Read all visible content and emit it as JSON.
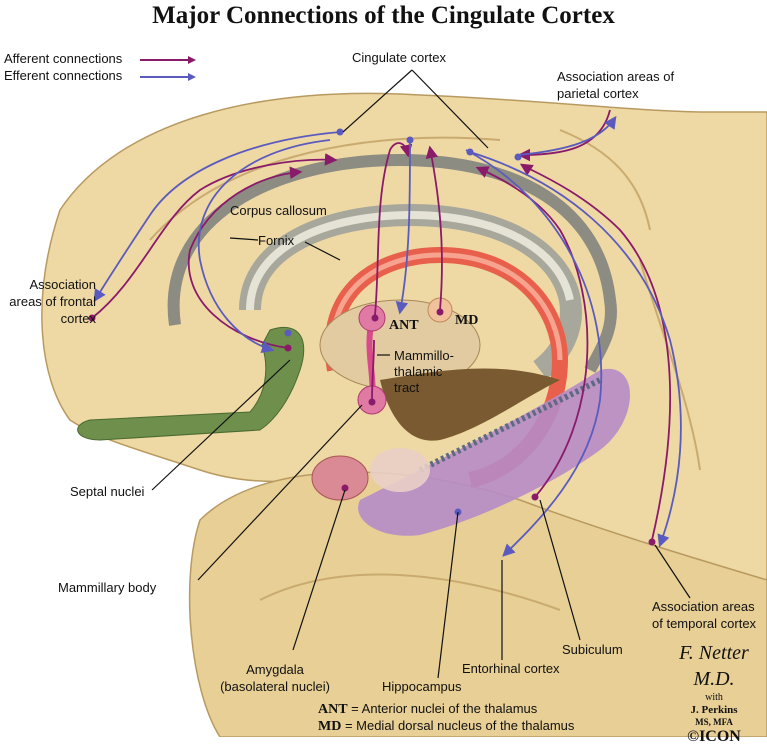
{
  "title": "Major Connections of the Cingulate Cortex",
  "legend": {
    "afferent": "Afferent connections",
    "efferent": "Efferent connections"
  },
  "colors": {
    "afferent": "#8a1a6a",
    "efferent": "#5b5bbf",
    "cortex": "#eed8a4",
    "fornix": "#e8604c",
    "corpus_callosum": "#a7a79b",
    "septal": "#6f8f4c",
    "hippocampus": "#b68cc7"
  },
  "labels": {
    "cingulate_cortex": "Cingulate cortex",
    "assoc_parietal": [
      "Association areas of",
      "parietal cortex"
    ],
    "assoc_frontal": [
      "Association",
      "areas of frontal",
      "cortex"
    ],
    "corpus_callosum": "Corpus callosum",
    "fornix": "Fornix",
    "ant": "ANT",
    "md": "MD",
    "mammillothalamic": [
      "Mammillo-",
      "thalamic",
      "tract"
    ],
    "septal_nuclei": "Septal nuclei",
    "mammillary_body": "Mammillary body",
    "amygdala": [
      "Amygdala",
      "(basolateral nuclei)"
    ],
    "hippocampus": "Hippocampus",
    "entorhinal": "Entorhinal cortex",
    "subiculum": "Subiculum",
    "assoc_temporal": [
      "Association areas",
      "of temporal cortex"
    ]
  },
  "footnotes": [
    {
      "abbr": "ANT",
      "text": " = Anterior nuclei of the thalamus"
    },
    {
      "abbr": "MD",
      "text": " = Medial dorsal nucleus of the thalamus"
    }
  ],
  "signature": {
    "name": "F. Netter M.D.",
    "with": "with",
    "coauthor": "J. Perkins",
    "degrees": "MS, MFA",
    "publisher": "©ICON"
  }
}
